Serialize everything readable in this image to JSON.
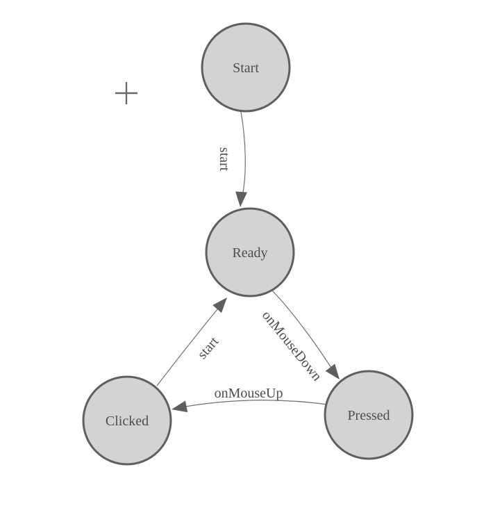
{
  "diagram": {
    "type": "state-machine",
    "nodes": [
      {
        "id": "start",
        "label": "Start"
      },
      {
        "id": "ready",
        "label": "Ready"
      },
      {
        "id": "clicked",
        "label": "Clicked"
      },
      {
        "id": "pressed",
        "label": "Pressed"
      }
    ],
    "edges": [
      {
        "from": "Start",
        "to": "Ready",
        "label": "start"
      },
      {
        "from": "Clicked",
        "to": "Ready",
        "label": "start"
      },
      {
        "from": "Ready",
        "to": "Pressed",
        "label": "onMouseDown"
      },
      {
        "from": "Pressed",
        "to": "Clicked",
        "label": "onMouseUp"
      }
    ],
    "palette": {
      "node_fill": "#d3d3d3",
      "node_stroke": "#5f5f5f",
      "edge_stroke": "#6e6e6e",
      "arrowhead_fill": "#5f5f5f",
      "label_color": "#4d4d4d",
      "background": "#ffffff"
    }
  },
  "cursor": {
    "icon": "plus-crosshair"
  }
}
